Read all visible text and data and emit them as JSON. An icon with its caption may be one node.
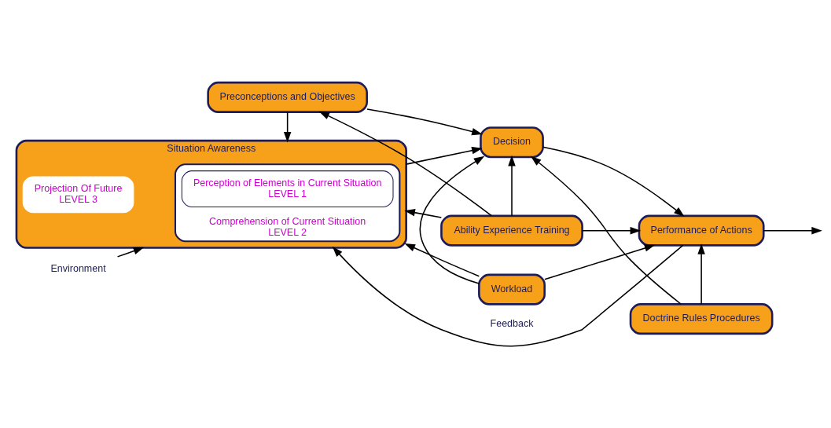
{
  "diagram": {
    "nodes": [
      {
        "text": [
          "Situation Awareness"
        ]
      },
      {
        "text": [
          "Comprehension of Current Situation",
          "LEVEL 2"
        ],
        "in": 0
      },
      {
        "text": [
          "Perception of Elements in Current Situation",
          "LEVEL 1"
        ],
        "in": 1
      },
      {
        "text": [
          "Projection Of Future",
          "LEVEL 3"
        ],
        "in": 0
      },
      {
        "text": [
          "Workload"
        ]
      },
      {
        "text": [
          "Decision"
        ]
      },
      {
        "text": [
          "Performance of Actions"
        ]
      },
      {
        "text": [
          "Preconceptions and Objectives"
        ]
      },
      {
        "text": [
          "Ability Experience Training"
        ]
      },
      {
        "text": [
          "Doctrine Rules Procedures"
        ]
      },
      {
        "text": [
          "Environment"
        ]
      }
    ],
    "edges": [
      {
        "from": 10,
        "to": 0,
        "arrow": "to"
      },
      {
        "from": 4,
        "to": 0,
        "arrow": "to"
      },
      {
        "from": 4,
        "to": 5,
        "arrow": "to"
      },
      {
        "from": 4,
        "to": 6,
        "arrow": "to"
      },
      {
        "from": 0,
        "to": 5,
        "arrow": "to"
      },
      {
        "from": 5,
        "to": 6,
        "arrow": "to"
      },
      {
        "from": 6,
        "to": null,
        "arrow": "to"
      },
      {
        "from": 6,
        "to": 0,
        "arrow": "to",
        "label": "Feedback"
      },
      {
        "from": 7,
        "to": 0,
        "arrow": "to"
      },
      {
        "from": 7,
        "to": 5,
        "arrow": "to"
      },
      {
        "from": 8,
        "to": 7,
        "arrow": "to"
      },
      {
        "from": 8,
        "to": 0,
        "arrow": "to"
      },
      {
        "from": 8,
        "to": 5,
        "arrow": "to"
      },
      {
        "from": 8,
        "to": 6,
        "arrow": "to"
      },
      {
        "from": 9,
        "to": 5,
        "arrow": "to"
      },
      {
        "from": 9,
        "to": 6,
        "arrow": "to"
      }
    ]
  }
}
